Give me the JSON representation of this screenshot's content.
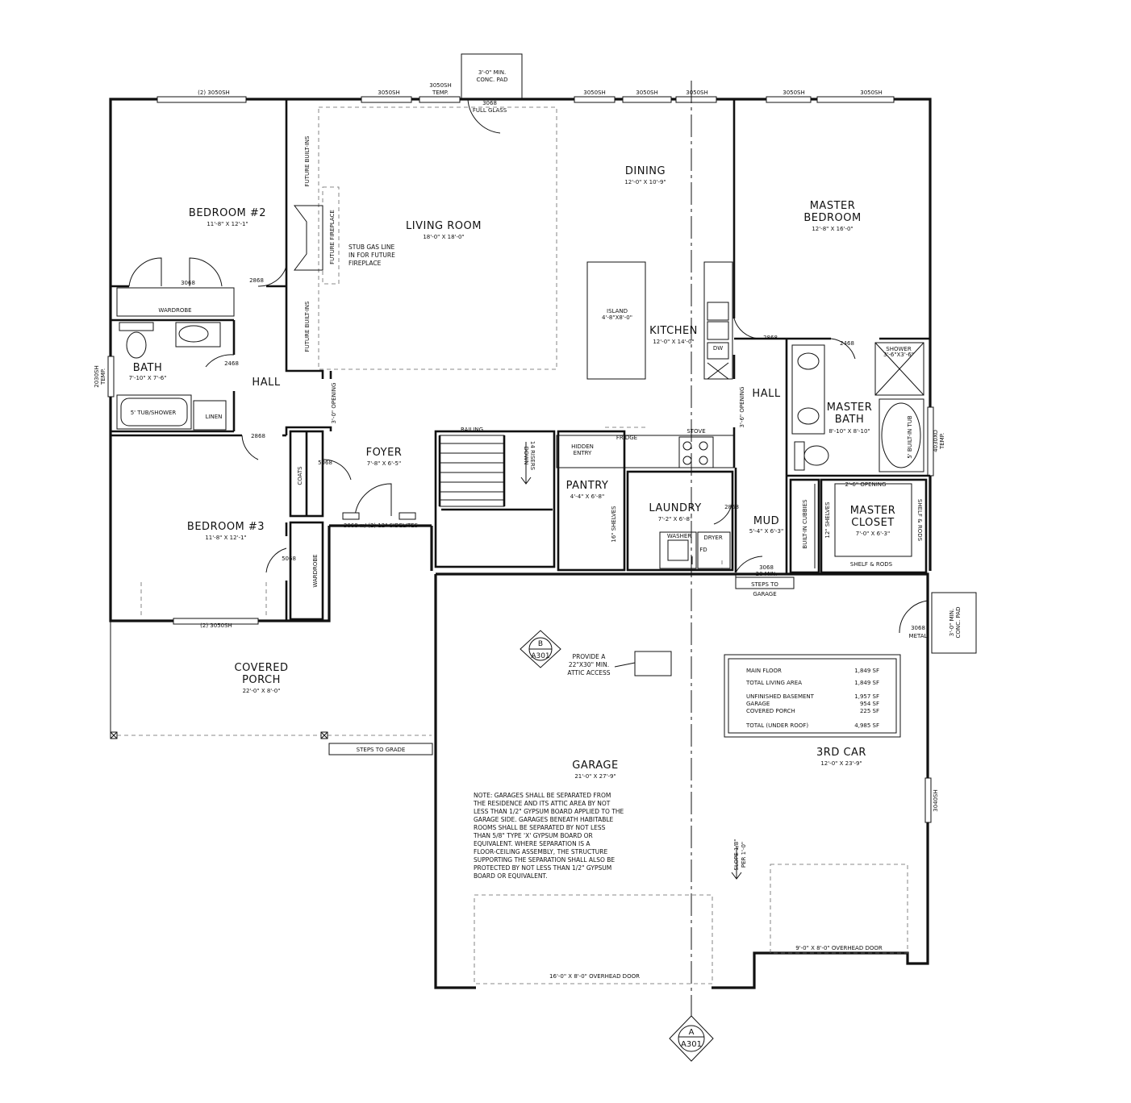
{
  "rooms": {
    "bedroom2": {
      "name": "BEDROOM #2",
      "dims": "11'-8\" X 12'-1\""
    },
    "living": {
      "name": "LIVING ROOM",
      "dims": "18'-0\" X 18'-0\""
    },
    "dining": {
      "name": "DINING",
      "dims": "12'-0\" X 10'-9\""
    },
    "master_bedroom": {
      "name_line1": "MASTER",
      "name_line2": "BEDROOM",
      "dims": "12'-8\" X 16'-0\""
    },
    "kitchen": {
      "name": "KITCHEN",
      "dims": "12'-0\" X 14'-0\""
    },
    "island": {
      "name": "ISLAND",
      "dims": "4'-8\"X8'-0\""
    },
    "bath": {
      "name": "BATH",
      "dims": "7'-10\" X 7'-6\""
    },
    "hall_left": {
      "name": "HALL"
    },
    "hall_right": {
      "name": "HALL"
    },
    "master_bath": {
      "name_line1": "MASTER",
      "name_line2": "BATH",
      "dims": "8'-10\" X 8'-10\""
    },
    "foyer": {
      "name": "FOYER",
      "dims": "7'-8\" X 6'-5\""
    },
    "pantry": {
      "name": "PANTRY",
      "dims": "4'-4\" X 6'-8\""
    },
    "laundry": {
      "name": "LAUNDRY",
      "dims": "7'-2\" X 6'-8\""
    },
    "mud": {
      "name": "MUD",
      "dims": "5'-4\" X 6'-3\""
    },
    "master_closet": {
      "name_line1": "MASTER",
      "name_line2": "CLOSET",
      "dims": "7'-0\" X 6'-3\""
    },
    "bedroom3": {
      "name": "BEDROOM #3",
      "dims": "11'-8\" X 12'-1\""
    },
    "covered_porch": {
      "name_line1": "COVERED",
      "name_line2": "PORCH",
      "dims": "22'-0\" X 8'-0\""
    },
    "garage": {
      "name": "GARAGE",
      "dims": "21'-0\" X 27'-9\""
    },
    "third_car": {
      "name": "3RD CAR",
      "dims": "12'-0\" X 23'-9\""
    }
  },
  "labels": {
    "conc_pad_top_1": "3'-0\" MIN.",
    "conc_pad_top_2": "CONC. PAD",
    "win_2_3050sh": "(2) 3050SH",
    "win_3050sh": "3050SH",
    "win_3050sh_temp_1": "3050SH",
    "win_3050sh_temp_2": "TEMP.",
    "door_3068": "3068",
    "full_glass": "FULL GLASS",
    "future_builtins": "FUTURE BUILT-INS",
    "future_fireplace": "FUTURE FIREPLACE",
    "gas_1": "STUB GAS LINE",
    "gas_2": "IN FOR FUTURE",
    "gas_3": "FIREPLACE",
    "door_2868": "2868",
    "door_2468": "2468",
    "wardrobe": "WARDROBE",
    "tub_shower": "5' TUB/SHOWER",
    "linen": "LINEN",
    "win_2030sh": "2030SH",
    "temp": "TEMP.",
    "opening_3_0": "3'-0\" OPENING",
    "opening_3_6": "3'-6\" OPENING",
    "opening_2_6": "2'-6\" OPENING",
    "dw": "DW",
    "fridge": "FRIDGE",
    "stove": "STOVE",
    "railing": "RAILING",
    "down": "DOWN",
    "risers": "14 RISERS",
    "hidden_1": "HIDDEN",
    "hidden_2": "ENTRY",
    "coats": "COATS",
    "door_5068": "5068",
    "door_3068_sidelites": "3068 w/ (2) 12\" SIDELITES",
    "shelves_16": "16\" SHELVES",
    "shelves_12": "12\" SHELVES",
    "washer": "WASHER",
    "dryer": "DRYER",
    "fd": "FD",
    "builtin_cubbies": "BUILT-IN CUBBIES",
    "shower": "SHOWER",
    "shower_dims": "3'-6\"X3'-6\"",
    "builtin_tub": "5' BUILT-IN TUB",
    "win_4030xo": "4030XO",
    "door_3068_20min_1": "3068",
    "door_3068_20min_2": "20 MIN.",
    "steps_garage_1": "STEPS TO",
    "steps_garage_2": "GARAGE",
    "shelf_rods": "SHELF & RODS",
    "shelf_rods_side": "SHELF & RODS",
    "conc_pad_right_1": "3'-0\" MIN.",
    "conc_pad_right_2": "CONC. PAD",
    "door_3068_metal_1": "3068",
    "door_3068_metal_2": "METAL",
    "section_b_letter": "B",
    "section_a_letter": "A",
    "section_sheet": "A301",
    "attic_1": "PROVIDE A",
    "attic_2": "22\"X30\" MIN.",
    "attic_3": "ATTIC ACCESS",
    "steps_grade": "STEPS TO GRADE",
    "slope_1": "SLOPE 1/8\"",
    "slope_2": "PER 1'-0\"",
    "win_3040sh": "3040SH",
    "ohd_16": "16'-0\" X 8'-0\" OVERHEAD DOOR",
    "ohd_9": "9'-0\" X 8'-0\" OVERHEAD DOOR"
  },
  "area_table": [
    {
      "label": "MAIN FLOOR",
      "value": "1,849 SF"
    },
    {
      "label": "TOTAL LIVING AREA",
      "value": "1,849 SF"
    },
    {
      "label": "UNFINISHED BASEMENT",
      "value": "1,957 SF"
    },
    {
      "label": "GARAGE",
      "value": "954 SF"
    },
    {
      "label": "COVERED PORCH",
      "value": "225 SF"
    },
    {
      "label": "TOTAL (UNDER ROOF)",
      "value": "4,985 SF"
    }
  ],
  "garage_note": [
    "NOTE: GARAGES SHALL BE SEPARATED FROM",
    "THE RESIDENCE AND ITS ATTIC AREA BY NOT",
    "LESS THAN 1/2\" GYPSUM BOARD APPLIED TO THE",
    "GARAGE SIDE. GARAGES BENEATH HABITABLE",
    "ROOMS SHALL BE SEPARATED BY NOT LESS",
    "THAN 5/8\" TYPE 'X' GYPSUM BOARD OR",
    "EQUIVALENT. WHERE SEPARATION IS A",
    "FLOOR-CEILING ASSEMBLY, THE STRUCTURE",
    "SUPPORTING THE SEPARATION SHALL ALSO BE",
    "PROTECTED BY NOT LESS THAN 1/2\" GYPSUM",
    "BOARD OR EQUIVALENT."
  ]
}
